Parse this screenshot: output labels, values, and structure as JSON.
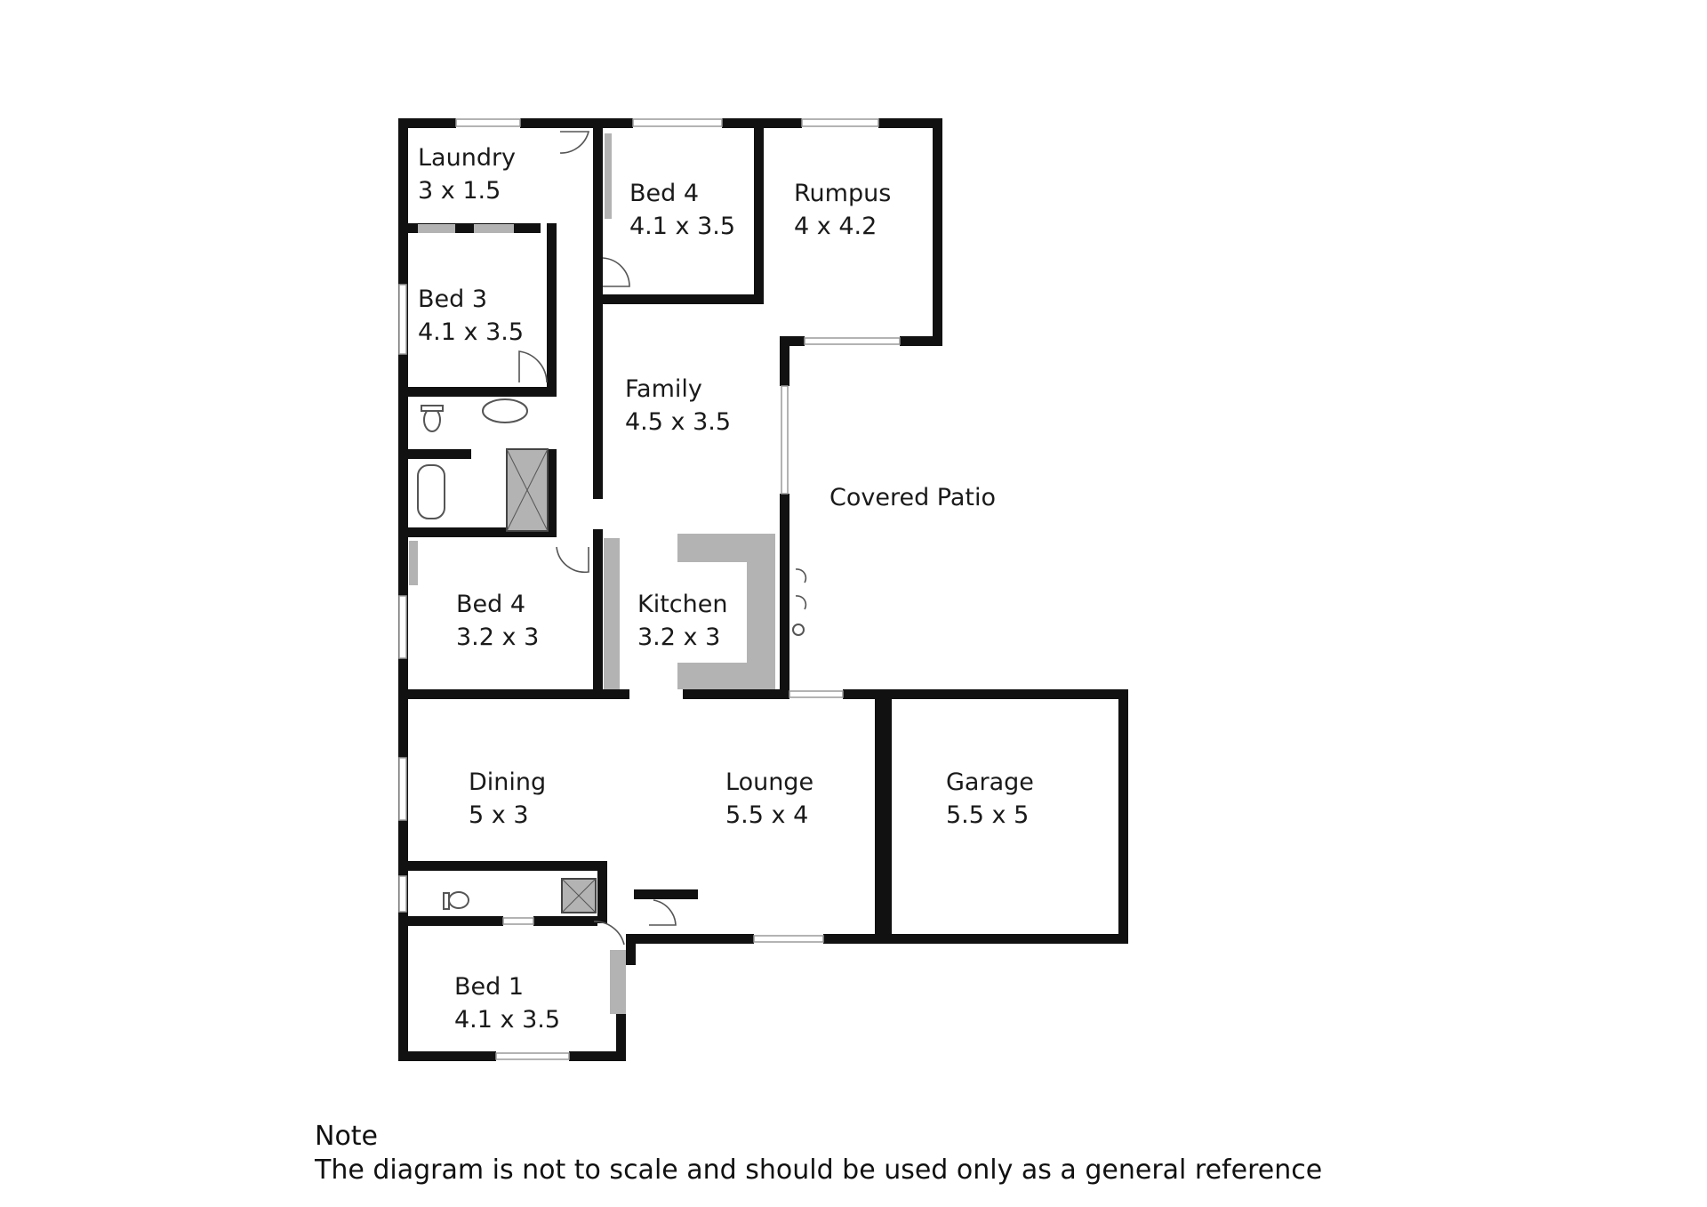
{
  "rooms": {
    "laundry": {
      "name": "Laundry",
      "size": "3 x 1.5"
    },
    "bed4_top": {
      "name": "Bed 4",
      "size": "4.1 x 3.5"
    },
    "rumpus": {
      "name": "Rumpus",
      "size": "4 x 4.2"
    },
    "bed3": {
      "name": "Bed 3",
      "size": "4.1 x 3.5"
    },
    "family": {
      "name": "Family",
      "size": "4.5 x 3.5"
    },
    "bed4_mid": {
      "name": "Bed 4",
      "size": "3.2 x 3"
    },
    "kitchen": {
      "name": "Kitchen",
      "size": "3.2 x 3"
    },
    "dining": {
      "name": "Dining",
      "size": "5 x 3"
    },
    "lounge": {
      "name": "Lounge",
      "size": "5.5 x 4"
    },
    "garage": {
      "name": "Garage",
      "size": "5.5 x 5"
    },
    "bed1": {
      "name": "Bed 1",
      "size": "4.1 x 3.5"
    }
  },
  "outdoor": {
    "patio": "Covered Patio"
  },
  "note": {
    "heading": "Note",
    "text": "The diagram is not to scale and should be used only as a general reference"
  }
}
